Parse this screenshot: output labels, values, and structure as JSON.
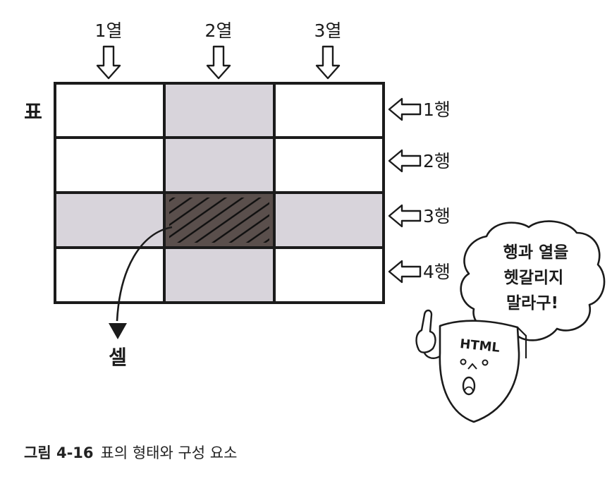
{
  "diagram": {
    "column_labels": [
      "1열",
      "2열",
      "3열"
    ],
    "row_labels": [
      "1행",
      "2행",
      "3행",
      "4행"
    ],
    "table_label": "표",
    "cell_label": "셀",
    "speech_bubble": [
      "행과 열을",
      "헷갈리지",
      "말라구!"
    ],
    "mascot_text": "HTML",
    "colors": {
      "line": "#1b1b1b",
      "cell_white": "#ffffff",
      "cell_highlight": "#d8d4db",
      "cell_selected": "#5a4f4c",
      "hatch": "#111111"
    }
  },
  "caption": {
    "number": "그림 4-16",
    "text": "표의 형태와 구성 요소"
  }
}
